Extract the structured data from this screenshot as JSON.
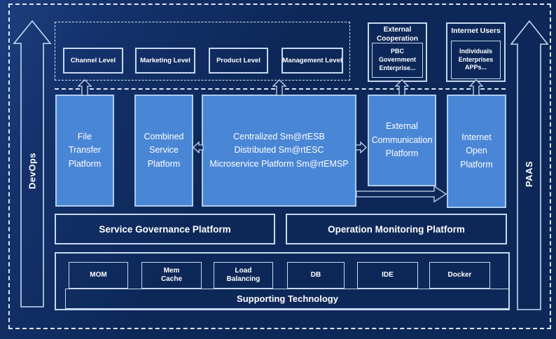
{
  "colors": {
    "background": "#0d2858",
    "background_highlight": "#1d3e7e",
    "platform_fill": "#4a86d6",
    "platform_border": "#aecdf0",
    "node_border": "#c7d9f2",
    "dashed_line": "#dce6f5",
    "text": "#ffffff"
  },
  "rails": {
    "devops_label": "DevOps",
    "paas_label": "PAAS"
  },
  "levels": {
    "items": [
      {
        "label": "Channel Level"
      },
      {
        "label": "Marketing Level"
      },
      {
        "label": "Product Level"
      },
      {
        "label": "Management Level"
      }
    ]
  },
  "external_cooperation": {
    "title": "External\nCooperation",
    "member": "PBC Government\nEnterprise..."
  },
  "internet_users": {
    "title": "Internet Users",
    "member": "Individuals\nEnterprises\nAPPs..."
  },
  "platforms": {
    "file_transfer": {
      "label": "File\nTransfer\nPlatform"
    },
    "combined_service": {
      "label": "Combined\nService\nPlatform"
    },
    "esb": {
      "label": "Centralized Sm@rtESB\nDistributed Sm@rtESC\nMicroservice Platform Sm@rtEMSP"
    },
    "external_communication": {
      "label": "External\nCommunication\nPlatform"
    },
    "internet_open": {
      "label": "Internet\nOpen\nPlatform"
    }
  },
  "governance": {
    "service_governance": {
      "label": "Service Governance Platform"
    },
    "operation_monitoring": {
      "label": "Operation Monitoring Platform"
    }
  },
  "supporting": {
    "banner": "Supporting Technology",
    "technologies": [
      {
        "label": "MOM"
      },
      {
        "label": "Mem\nCache"
      },
      {
        "label": "Load\nBalancing"
      },
      {
        "label": "DB"
      },
      {
        "label": "IDE"
      },
      {
        "label": "Docker"
      }
    ]
  }
}
